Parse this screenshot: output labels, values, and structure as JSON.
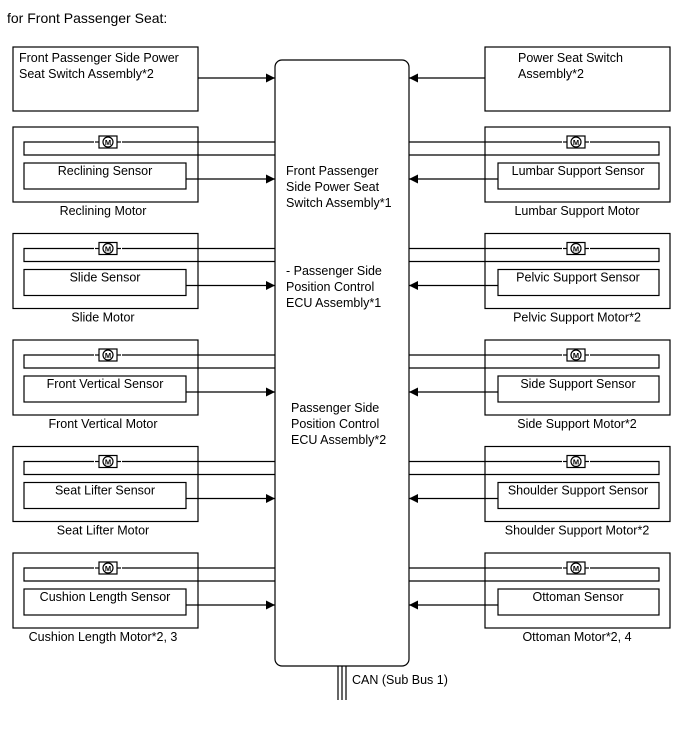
{
  "title": "for Front Passenger Seat:",
  "ecu": {
    "lines": [
      "Front Passenger",
      "Side Power Seat",
      "Switch Assembly*1",
      "- Passenger Side",
      "Position Control",
      "ECU Assembly*1",
      "Passenger Side",
      "Position Control",
      "ECU Assembly*2"
    ]
  },
  "switches": {
    "left": [
      "Front Passenger Side Power",
      "Seat Switch Assembly*2"
    ],
    "right": [
      "Power Seat Switch",
      "Assembly*2"
    ]
  },
  "motor_symbol": "M",
  "left_motors": [
    {
      "sensor": "Reclining Sensor",
      "motor": "Reclining Motor"
    },
    {
      "sensor": "Slide Sensor",
      "motor": "Slide Motor"
    },
    {
      "sensor": "Front Vertical Sensor",
      "motor": "Front Vertical Motor"
    },
    {
      "sensor": "Seat Lifter Sensor",
      "motor": "Seat Lifter Motor"
    },
    {
      "sensor": "Cushion Length Sensor",
      "motor": "Cushion Length Motor*2, 3"
    }
  ],
  "right_motors": [
    {
      "sensor": "Lumbar Support Sensor",
      "motor": "Lumbar Support Motor"
    },
    {
      "sensor": "Pelvic Support Sensor",
      "motor": "Pelvic Support Motor*2"
    },
    {
      "sensor": "Side Support Sensor",
      "motor": "Side Support Motor*2"
    },
    {
      "sensor": "Shoulder Support Sensor",
      "motor": "Shoulder Support Motor*2"
    },
    {
      "sensor": "Ottoman Sensor",
      "motor": "Ottoman Motor*2, 4"
    }
  ],
  "bus": {
    "label": "CAN (Sub Bus 1)"
  }
}
